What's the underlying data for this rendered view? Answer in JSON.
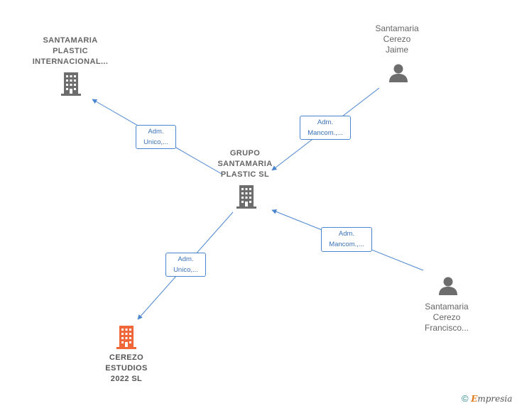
{
  "nodes": {
    "internacional": {
      "label": "SANTAMARIA\nPLASTIC\nINTERNACIONAL...",
      "icon": "building-icon",
      "color": "#6d6d6d"
    },
    "grupo": {
      "label": "GRUPO\nSANTAMARIA\nPLASTIC SL",
      "icon": "building-icon",
      "color": "#6d6d6d"
    },
    "cerezo_estudios": {
      "label": "CEREZO\nESTUDIOS\n2022  SL",
      "icon": "building-icon",
      "color": "#f0683a"
    },
    "jaime": {
      "label": "Santamaria\nCerezo\nJaime",
      "icon": "person-icon",
      "color": "#6d6d6d"
    },
    "francisco": {
      "label": "Santamaria\nCerezo\nFrancisco...",
      "icon": "person-icon",
      "color": "#6d6d6d"
    }
  },
  "edges": {
    "grupo_to_internacional": "Adm.\nUnico,...",
    "jaime_to_grupo": "Adm.\nMancom.,...",
    "francisco_to_grupo": "Adm.\nMancom.,...",
    "grupo_to_cerezo": "Adm.\nUnico,..."
  },
  "colors": {
    "edge": "#4a86d0"
  },
  "footer": {
    "copyright": "©",
    "brand_initial": "E",
    "brand_rest": "mpresia"
  }
}
